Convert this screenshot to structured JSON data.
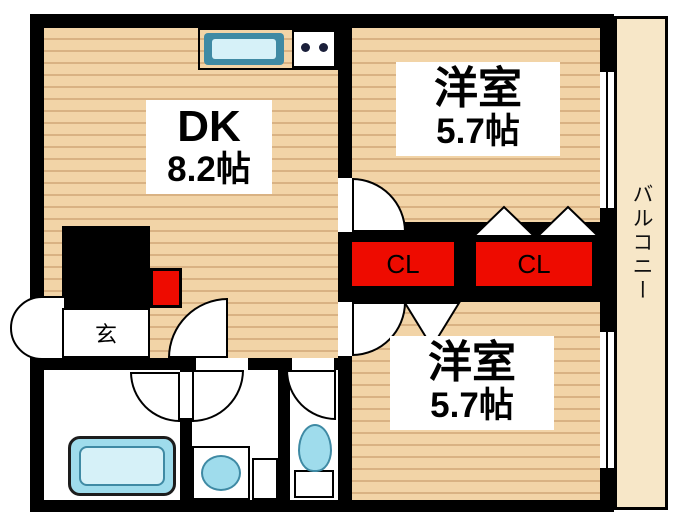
{
  "colors": {
    "wall": "#000000",
    "floor": "#f2d4a7",
    "floorline": "#d9b283",
    "red": "#ee0b00",
    "balcony": "#f7e7c8",
    "fixture": "#9fdcec",
    "fixtureLight": "#d6f1f8",
    "fixtureBorder": "#3f8aa4"
  },
  "rooms": {
    "dk": {
      "name": "DK",
      "size": "8.2帖"
    },
    "bedroom_top": {
      "name": "洋室",
      "size": "5.7帖"
    },
    "bedroom_bottom": {
      "name": "洋室",
      "size": "5.7帖"
    },
    "closet_left": {
      "label": "CL"
    },
    "closet_right": {
      "label": "CL"
    },
    "balcony": {
      "label": "バルコニー"
    },
    "entrance": {
      "label": "玄"
    }
  }
}
